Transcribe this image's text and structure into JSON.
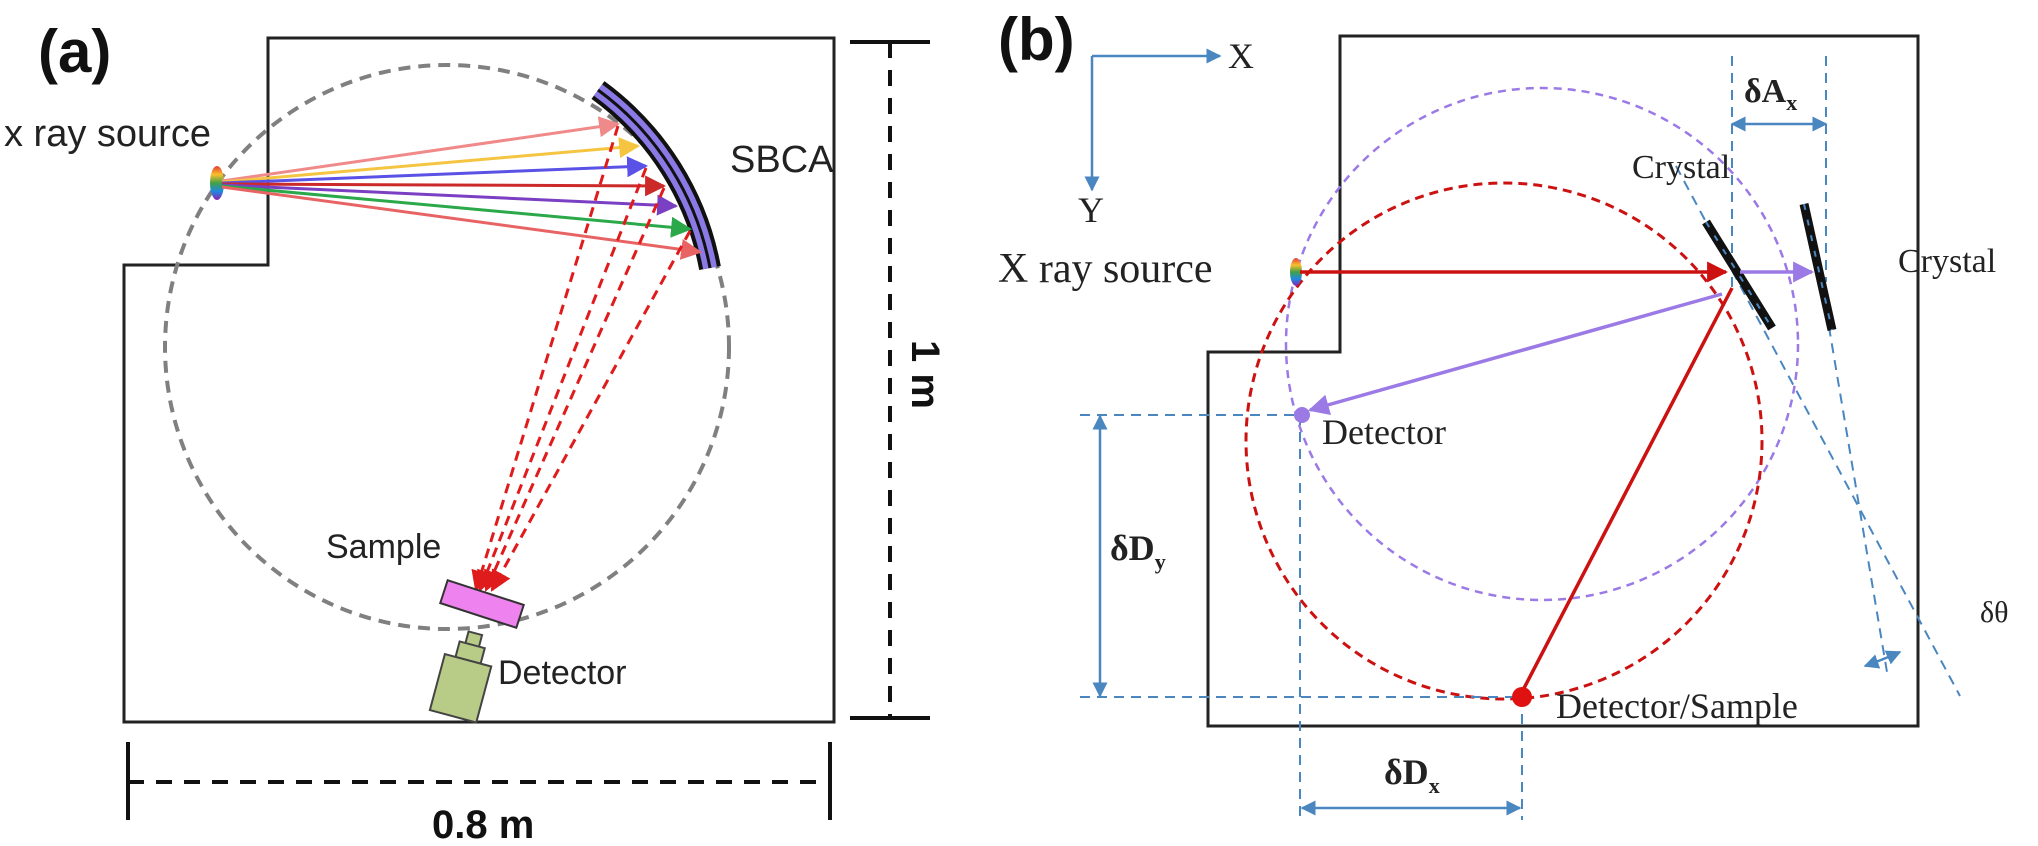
{
  "panel_a": {
    "label": "(a)",
    "source_label": "x ray source",
    "analyzer_label": "SBCA",
    "sample_label": "Sample",
    "detector_label": "Detector",
    "height_label": "1 m",
    "width_label": "0.8 m",
    "ray_colors": [
      "#f08a8a",
      "#f5c542",
      "#5a52e6",
      "#cc2a2a",
      "#7a3fc2",
      "#2aa84a",
      "#e86464"
    ],
    "reflected_color": "#e01b1b",
    "circle_color": "#808080",
    "analyzer_color": "#8b7ae6",
    "sample_color": "#ee82ee",
    "detector_color": "#b8cc88"
  },
  "panel_b": {
    "label": "(b)",
    "axis_x": "X",
    "axis_y": "Y",
    "source_label": "X ray source",
    "crystal_label_1": "Crystal",
    "crystal_label_2": "Crystal",
    "detector_label": "Detector",
    "detector_sample_label": "Detector/Sample",
    "delta_ax": "δA",
    "delta_ax_sub": "x",
    "delta_dy": "δD",
    "delta_dy_sub": "y",
    "delta_dx": "δD",
    "delta_dx_sub": "x",
    "delta_theta": "δθ",
    "red_color": "#cc1111",
    "purple_color": "#9b7ae6",
    "dim_color": "#4a86c0"
  }
}
